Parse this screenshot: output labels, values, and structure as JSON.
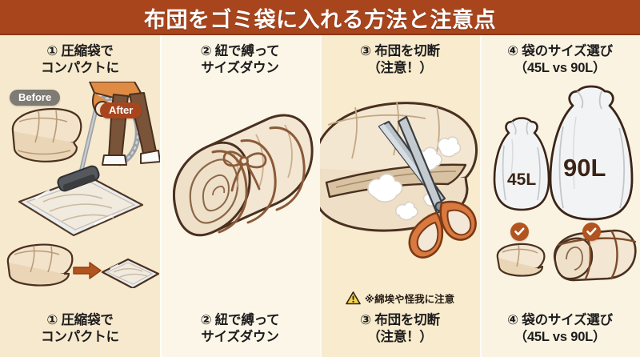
{
  "header": {
    "title": "布団をゴミ袋に入れる方法と注意点",
    "bar_color": "#A9451D",
    "title_color": "#FFFFFF"
  },
  "panels": [
    {
      "id": "panel-compression-bag",
      "number": "①",
      "heading_line1": "① 圧縮袋で",
      "heading_line2": "コンパクトに",
      "caption_line1": "① 圧縮袋で",
      "caption_line2": "コンパクトに",
      "background": "#F7E9CD",
      "labels": {
        "before": "Before",
        "after": "After",
        "before_color": "#7E7A74",
        "after_color": "#A9451D"
      },
      "illustration": "person vacuuming a futon compression bag, folded futon, before/after comparison"
    },
    {
      "id": "panel-tie-with-cord",
      "number": "②",
      "heading_line1": "② 紐で縛って",
      "heading_line2": "サイズダウン",
      "caption_line1": "② 紐で縛って",
      "caption_line2": "サイズダウン",
      "background": "#FBF6E7",
      "illustration": "rolled futon bundled and tied with cord in a bow"
    },
    {
      "id": "panel-cut-futon",
      "number": "③",
      "heading_line1": "③ 布団を切断",
      "heading_line2": "（注意！）",
      "caption_line1": "③ 布団を切断",
      "caption_line2": "（注意！）",
      "background": "#F8EBCE",
      "warning": "※綿埃や怪我に注意",
      "warning_icon": "warning-triangle-icon",
      "illustration": "scissors cutting open a futon with cotton stuffing coming out"
    },
    {
      "id": "panel-bag-size",
      "number": "④",
      "heading_line1": "④ 袋のサイズ選び",
      "heading_line2": "（45L vs 90L）",
      "caption_line1": "④ 袋のサイズ選び",
      "caption_line2": "（45L vs 90L）",
      "background": "#FAF3E2",
      "bags": [
        {
          "label": "45L",
          "check_icon": "check-circle-icon",
          "check_color": "#B2541F"
        },
        {
          "label": "90L",
          "check_icon": "check-circle-icon",
          "check_color": "#B2541F"
        }
      ],
      "illustration": "two white garbage bags sized 45L and 90L with check marks, folded and tied futons below"
    }
  ]
}
